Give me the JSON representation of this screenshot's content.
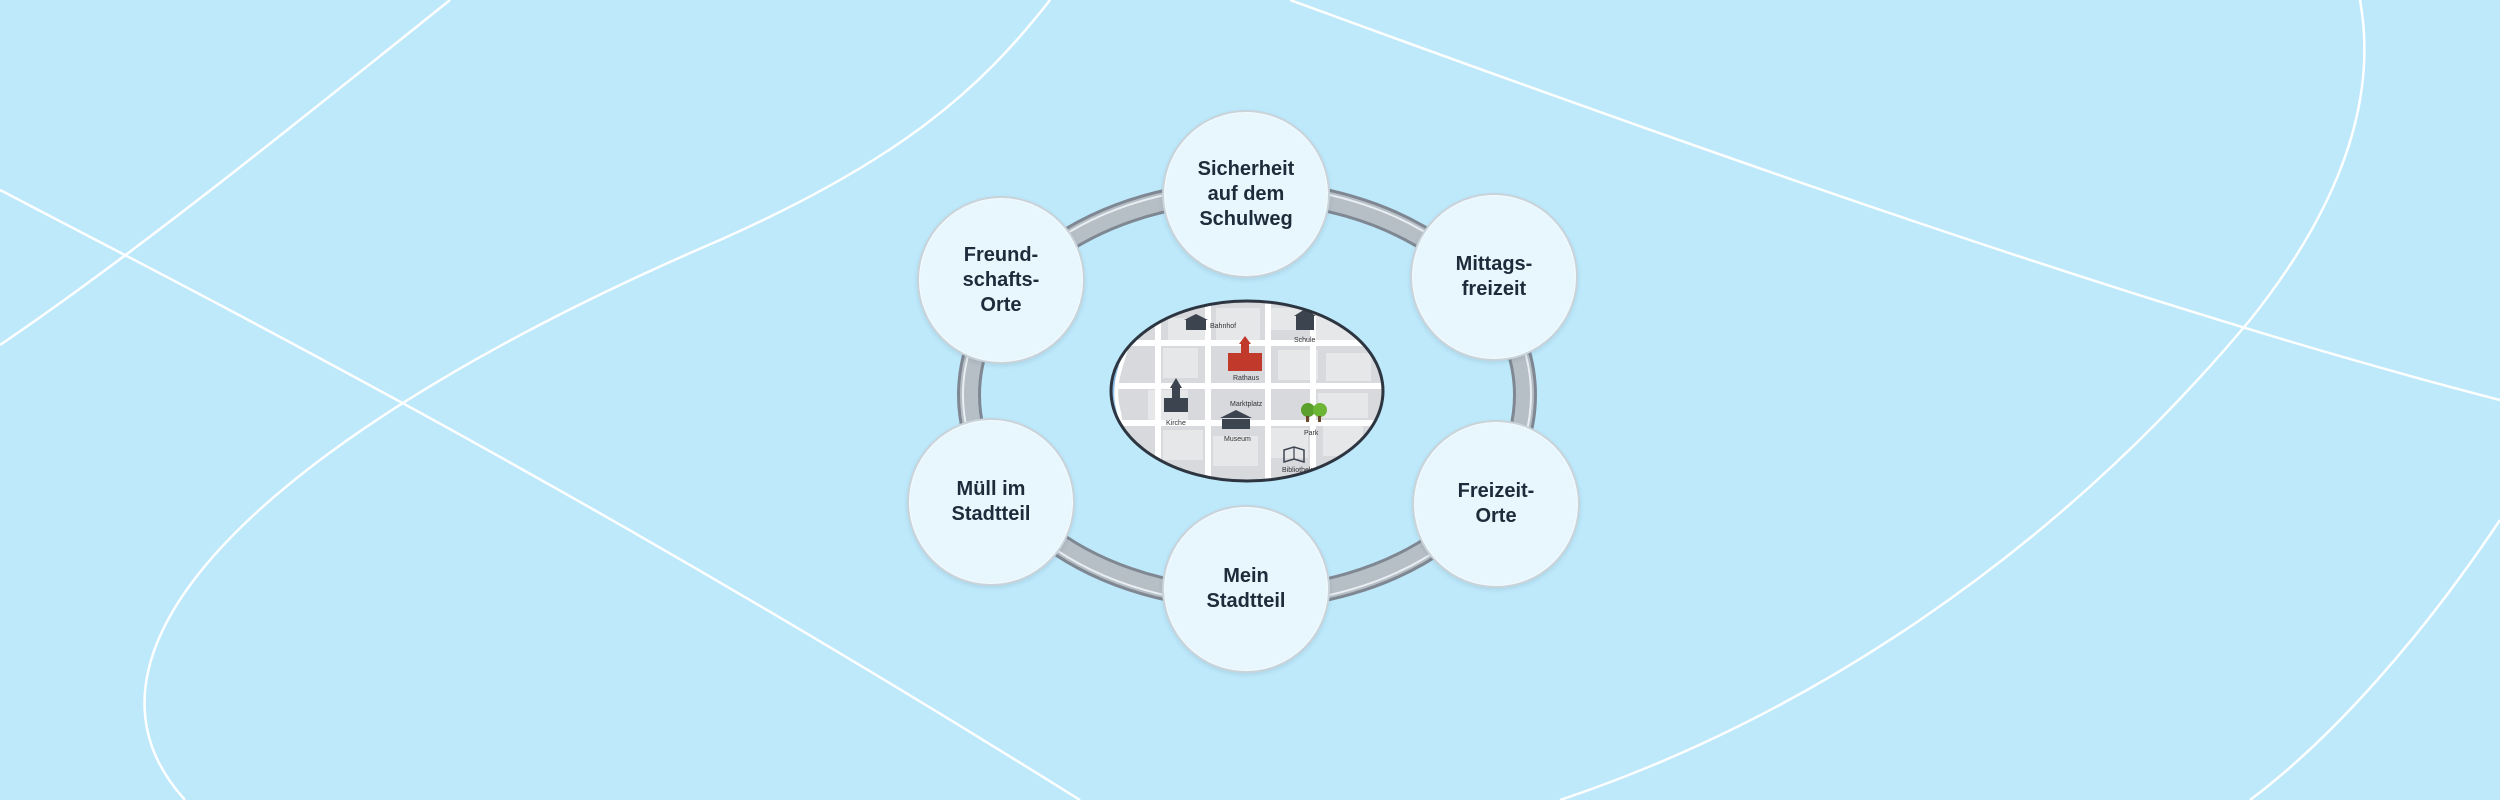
{
  "diagram": {
    "nodes": [
      {
        "id": "top",
        "label": "Sicherheit\nauf dem\nSchulweg"
      },
      {
        "id": "top-right",
        "label": "Mittags-\nfreizeit"
      },
      {
        "id": "bottom-right",
        "label": "Freizeit-\nOrte"
      },
      {
        "id": "bottom",
        "label": "Mein\nStadtteil"
      },
      {
        "id": "bottom-left",
        "label": "Müll im\nStadtteil"
      },
      {
        "id": "top-left",
        "label": "Freund-\nschafts-\nOrte"
      }
    ],
    "map": {
      "labels": {
        "bahnhof": "Bahnhof",
        "schule": "Schule",
        "rathaus": "Rathaus",
        "marktplatz": "Marktplatz",
        "kirche": "Kirche",
        "museum": "Museum",
        "park": "Park",
        "bibliothek": "Bibliothek"
      }
    },
    "colors": {
      "background": "#bde9fb",
      "node_fill": "#e7f7fd",
      "ring": "#9aa3ad",
      "rathaus": "#c0392b",
      "park_tree": "#5aa02c",
      "river": "#8fbfe6"
    }
  }
}
